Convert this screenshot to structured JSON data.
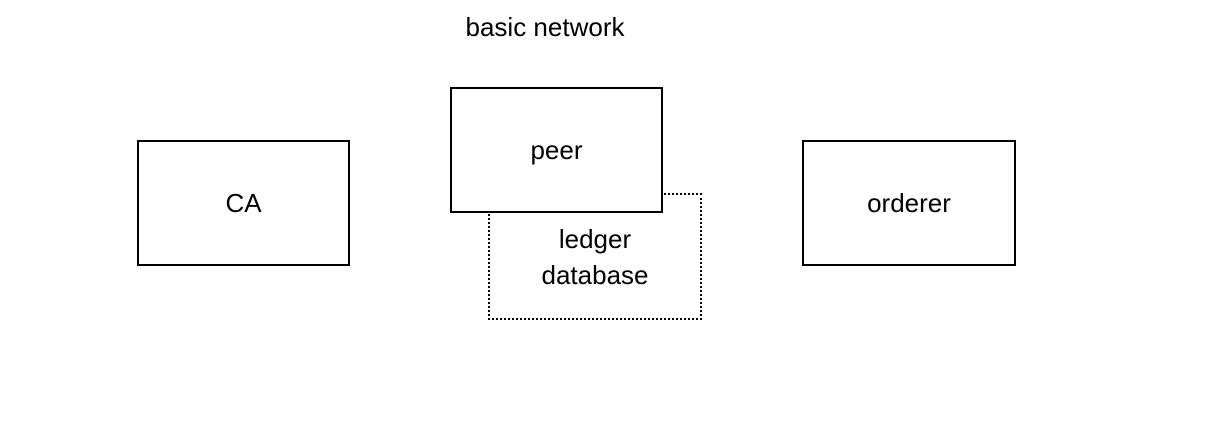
{
  "diagram": {
    "title": "basic network",
    "nodes": {
      "ca": {
        "label": "CA"
      },
      "peer": {
        "label": "peer"
      },
      "ledger": {
        "label_line1": "ledger",
        "label_line2": "database"
      },
      "orderer": {
        "label": "orderer"
      }
    },
    "colors": {
      "background": "#ffffff",
      "stroke": "#000000",
      "text": "#000000"
    }
  }
}
